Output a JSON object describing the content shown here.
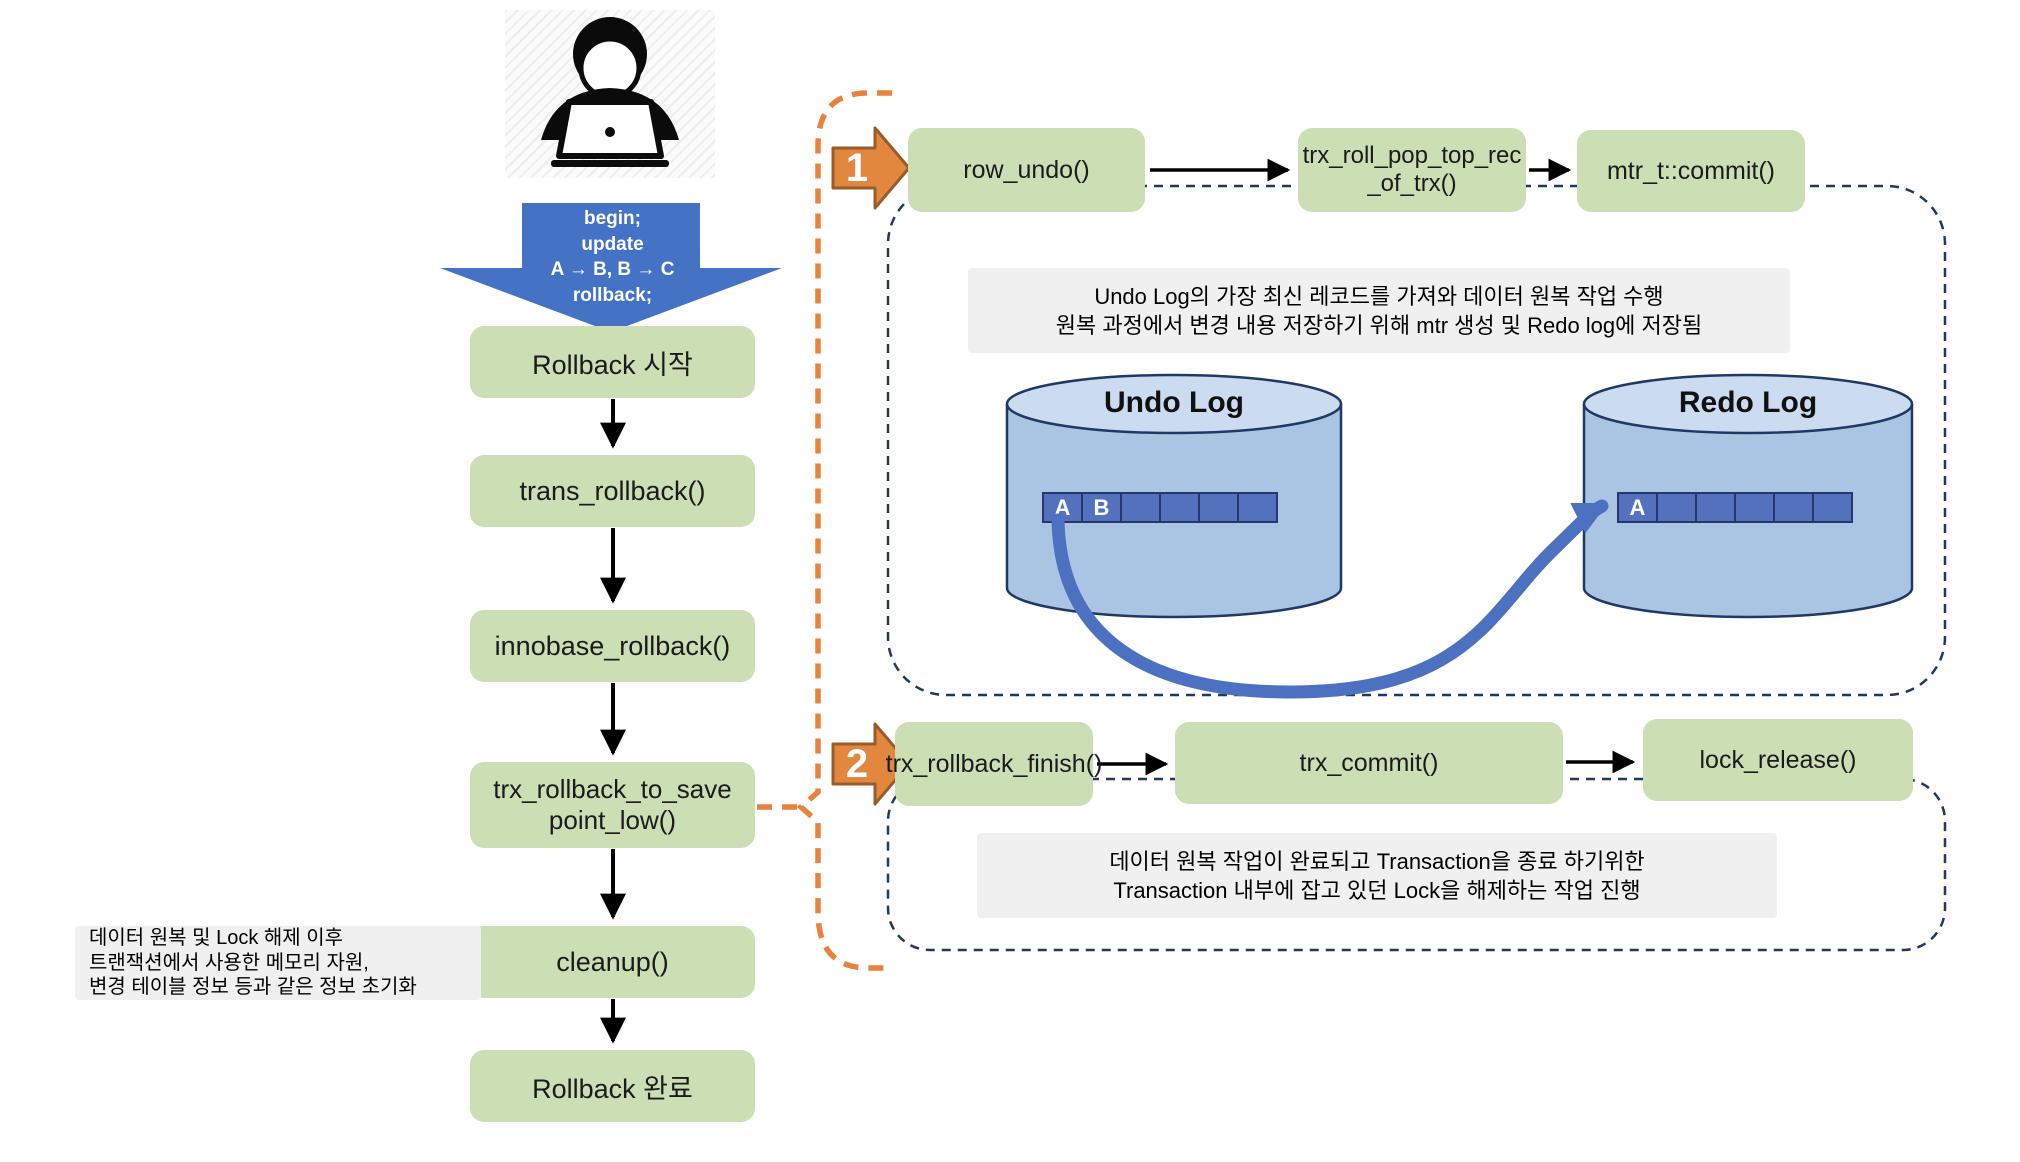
{
  "colors": {
    "step_box_green": "#CBDEB4",
    "accent_blue": "#4472C4",
    "dashed_navy": "#1F3864",
    "bracket_orange": "#E8823C",
    "badge_orange": "#E2873E",
    "cylinder_body_blue": "#A9C5E3",
    "log_cell_blue": "#5471BE",
    "note_gray": "#F0F0F0"
  },
  "user_flow": {
    "query_lines": "begin;\nupdate\nA → B, B → C\nrollback;",
    "steps": [
      "Rollback 시작",
      "trans_rollback()",
      "innobase_rollback()",
      "trx_rollback_to_save\npoint_low()",
      "cleanup()",
      "Rollback 완료"
    ],
    "cleanup_note": "데이터 원복 및 Lock 해제 이후\n트랜잭션에서 사용한 메모리 자원,\n변경 테이블 정보 등과 같은 정보 초기화"
  },
  "flow1": {
    "badge": "1",
    "steps": [
      "row_undo()",
      "trx_roll_pop_top_rec\n_of_trx()",
      "mtr_t::commit()"
    ],
    "note": "Undo Log의 가장 최신 레코드를 가져와 데이터 원복 작업 수행\n원복 과정에서 변경 내용 저장하기 위해 mtr 생성 및 Redo log에 저장됨",
    "undo_log": {
      "title": "Undo Log",
      "cells": [
        "A",
        "B",
        "",
        "",
        "",
        ""
      ]
    },
    "redo_log": {
      "title": "Redo Log",
      "cells": [
        "A",
        "",
        "",
        "",
        "",
        ""
      ]
    }
  },
  "flow2": {
    "badge": "2",
    "steps": [
      "trx_rollback_finish()",
      "trx_commit()",
      "lock_release()"
    ],
    "note": "데이터 원복 작업이 완료되고 Transaction을 종료 하기위한\nTransaction 내부에 잡고 있던 Lock을 해제하는 작업 진행"
  }
}
